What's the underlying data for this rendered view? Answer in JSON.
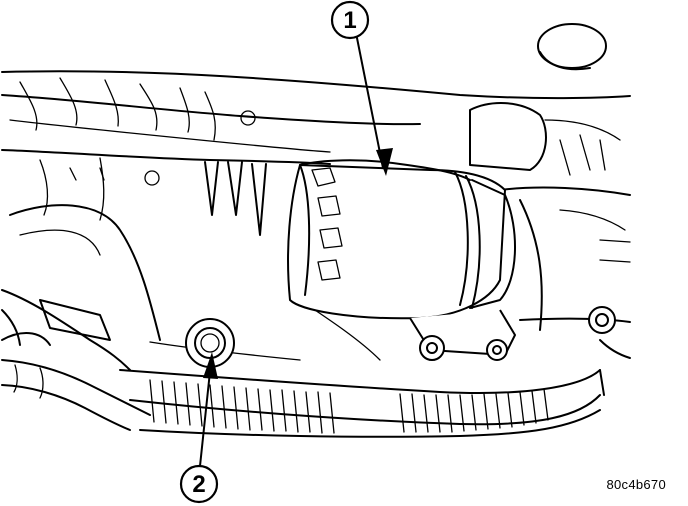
{
  "callouts": [
    {
      "id": "1",
      "label": "1"
    },
    {
      "id": "2",
      "label": "2"
    }
  ],
  "reference_code": "80c4b670",
  "colors": {
    "ink": "#000000",
    "paper": "#ffffff"
  }
}
